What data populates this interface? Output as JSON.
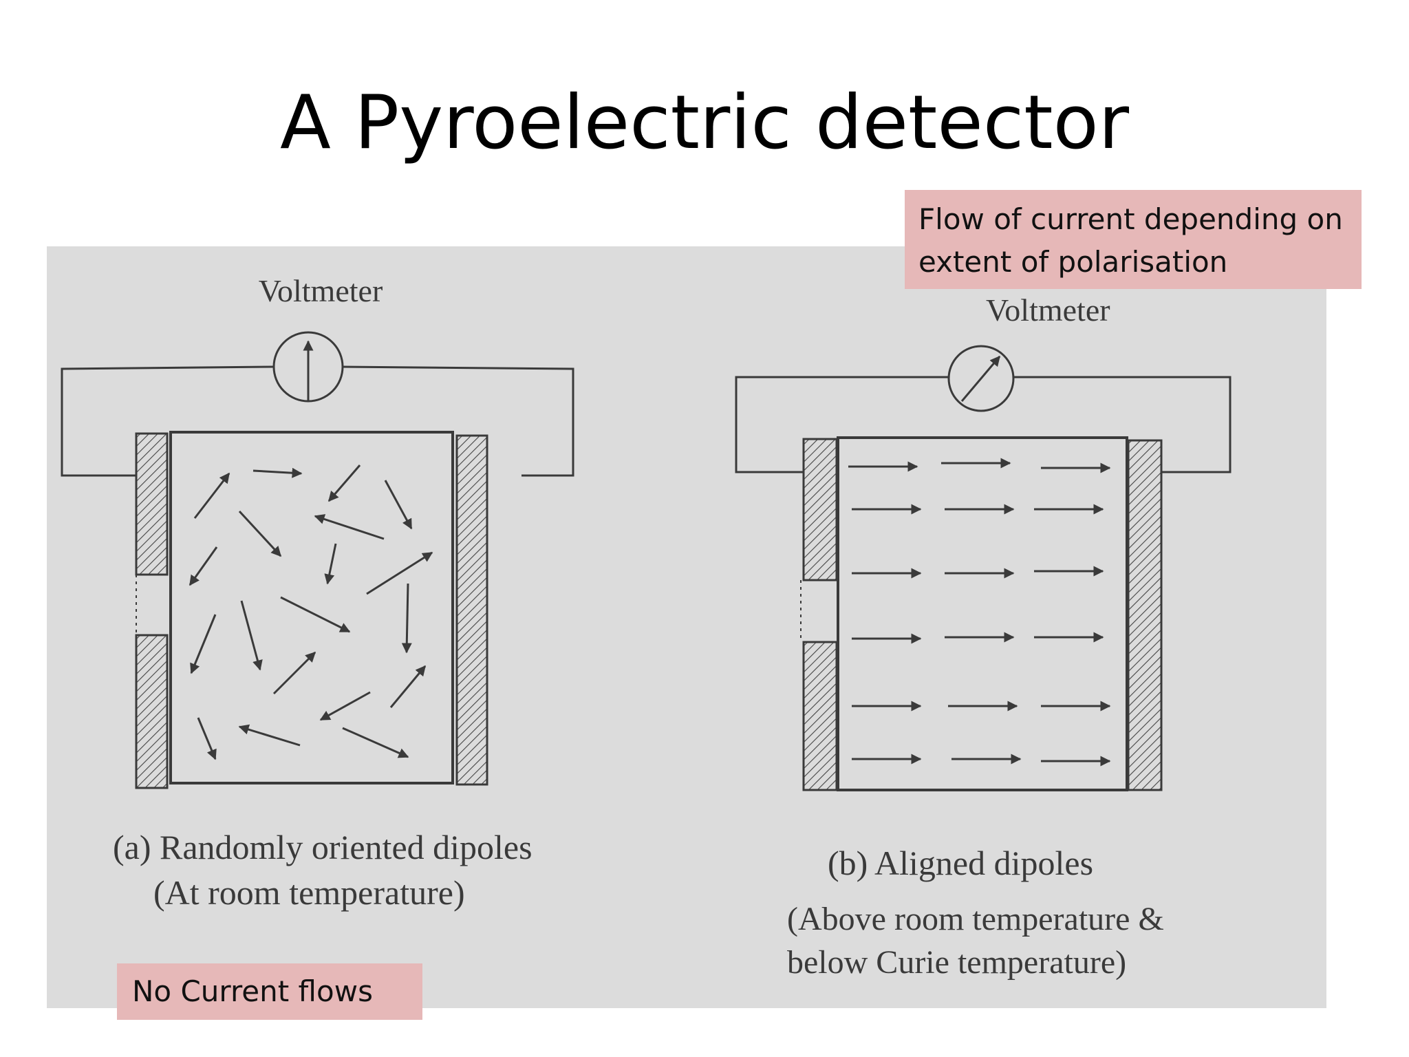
{
  "slide": {
    "title": "A Pyroelectric detector"
  },
  "callouts": {
    "top": "Flow of current depending on extent of polarisation",
    "bottom": "No Current flows"
  },
  "panel_a": {
    "meter_label": "Voltmeter",
    "caption_line1": "(a) Randomly oriented dipoles",
    "caption_line2": "(At room temperature)"
  },
  "panel_b": {
    "meter_label": "Voltmeter",
    "caption_line1": "(b) Aligned dipoles",
    "caption_line2": "(Above room temperature &",
    "caption_line3": "below Curie temperature)"
  },
  "colors": {
    "callout_background": "#e6b8b8",
    "figure_background": "#dcdcdc",
    "ink": "#3a3a3a"
  }
}
